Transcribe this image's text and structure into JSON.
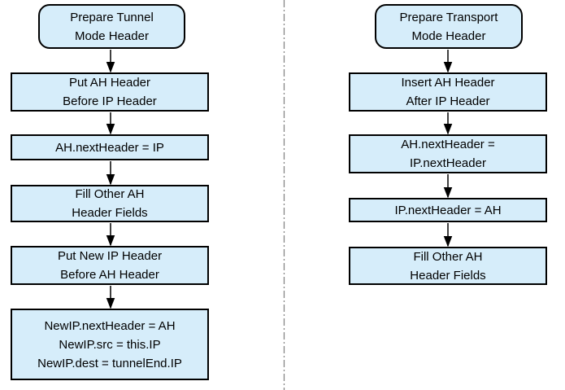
{
  "diagram": {
    "colors": {
      "box_fill": "#d6edfa",
      "box_border": "#000000",
      "text": "#000000",
      "arrow": "#000000",
      "separator": "#808080"
    },
    "flows": [
      {
        "name": "tunnel-mode",
        "nodes": [
          {
            "type": "start",
            "label": "Prepare Tunnel\nMode Header"
          },
          {
            "type": "process",
            "label": "Put AH Header\nBefore IP Header"
          },
          {
            "type": "process",
            "label": "AH.nextHeader = IP"
          },
          {
            "type": "process",
            "label": "Fill Other AH\nHeader Fields"
          },
          {
            "type": "process",
            "label": "Put New IP Header\nBefore AH Header"
          },
          {
            "type": "process",
            "label": "NewIP.nextHeader = AH\nNewIP.src = this.IP\nNewIP.dest = tunnelEnd.IP"
          }
        ]
      },
      {
        "name": "transport-mode",
        "nodes": [
          {
            "type": "start",
            "label": "Prepare Transport\nMode Header"
          },
          {
            "type": "process",
            "label": "Insert AH Header\nAfter IP Header"
          },
          {
            "type": "process",
            "label": "AH.nextHeader =\nIP.nextHeader"
          },
          {
            "type": "process",
            "label": "IP.nextHeader = AH"
          },
          {
            "type": "process",
            "label": "Fill Other AH\nHeader Fields"
          }
        ]
      }
    ]
  }
}
